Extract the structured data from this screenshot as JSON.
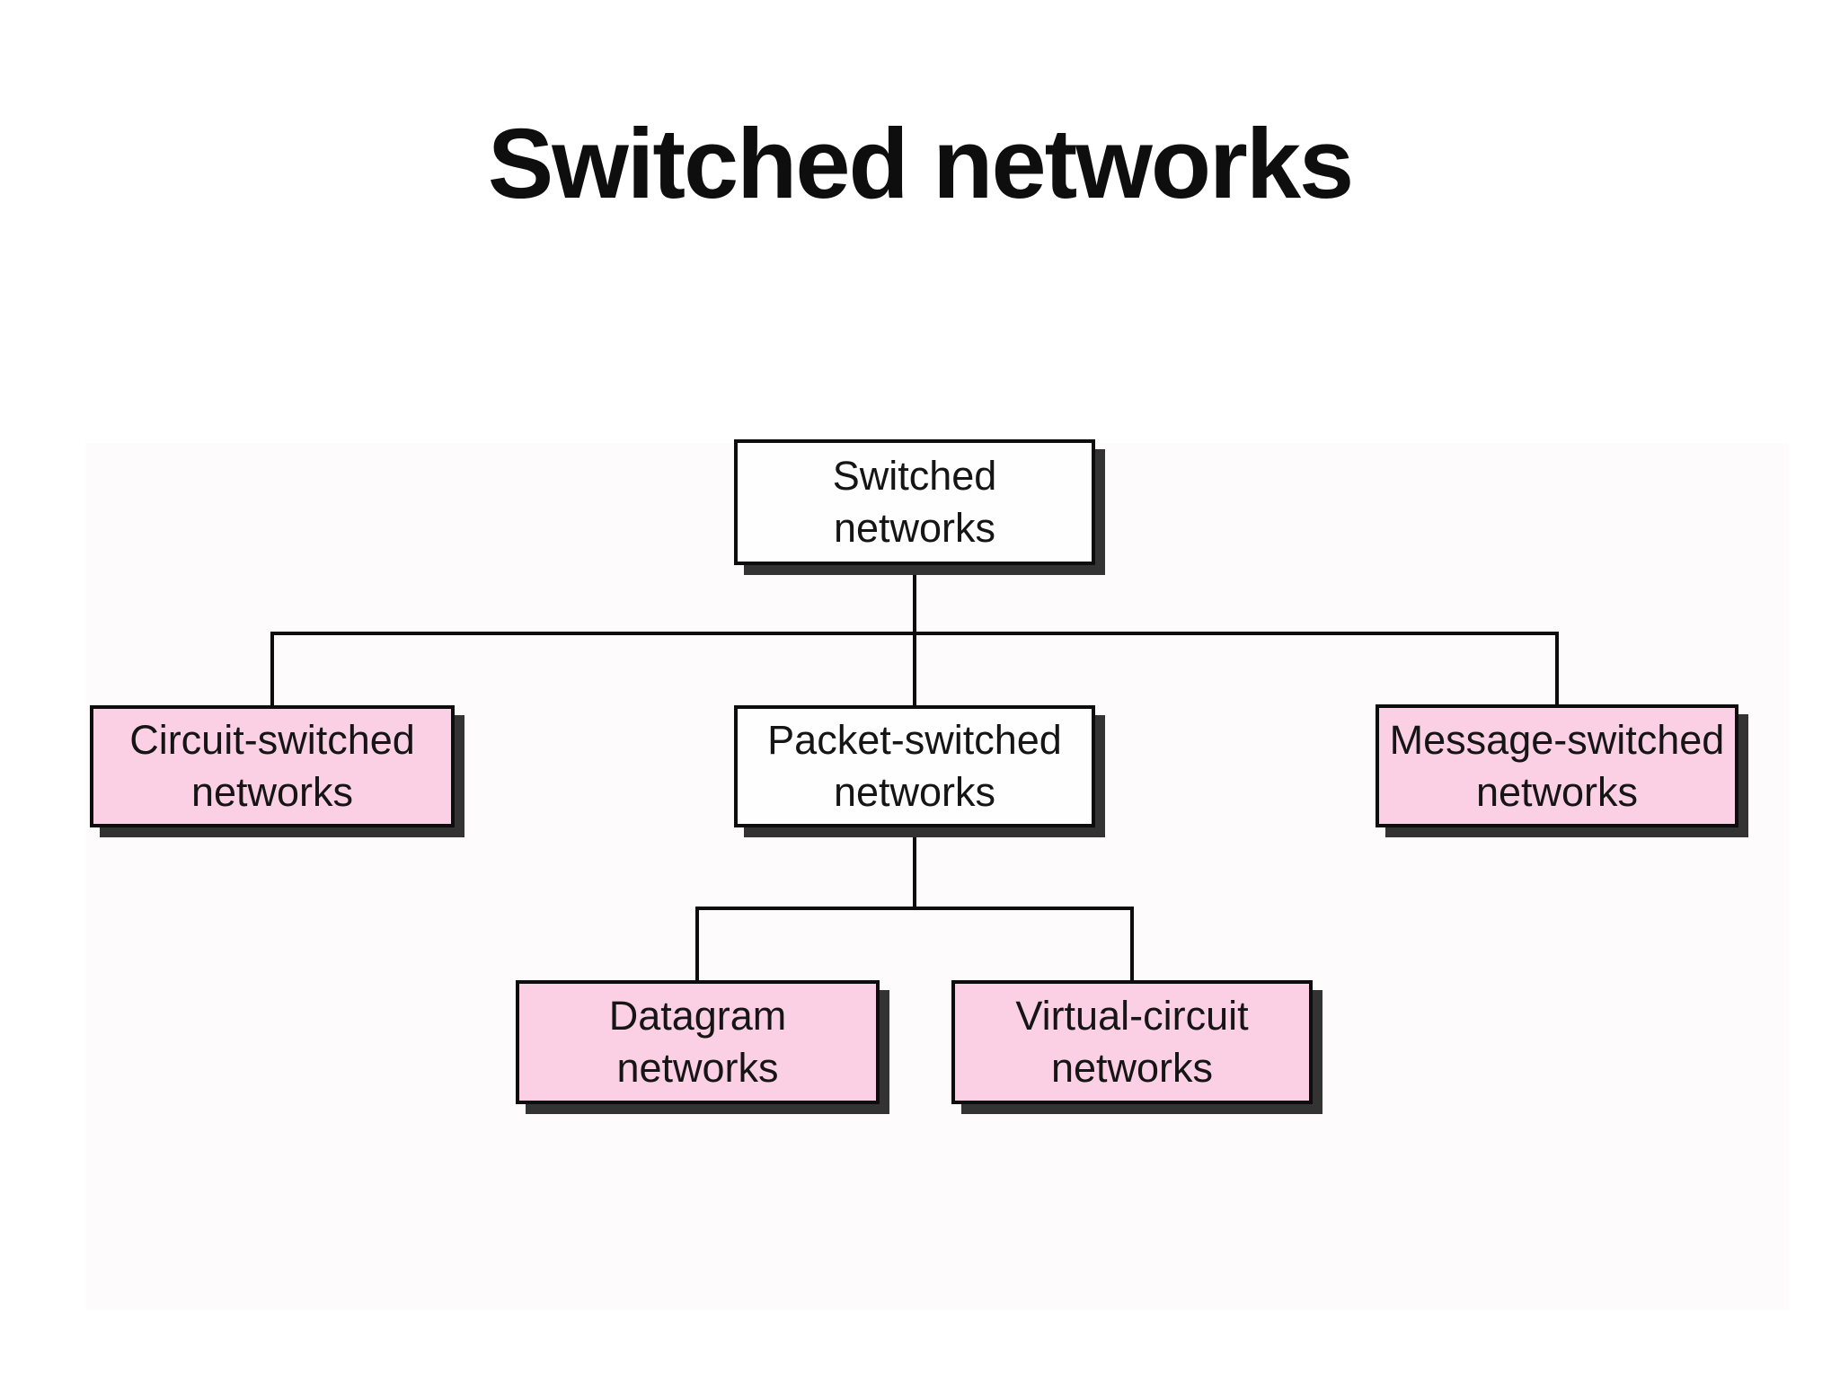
{
  "title": "Switched networks",
  "colors": {
    "pink_box_fill": "#fbcfe4",
    "white_box_fill": "#fefefe",
    "box_border": "#0d0d0d",
    "box_shadow": "#333333",
    "connector_line": "#0d0d0d",
    "title_text": "#0e0e0e",
    "node_text": "#151515",
    "figure_background": "#fdfbfc"
  },
  "nodes": {
    "root": {
      "lines": [
        "Switched",
        "networks"
      ],
      "fill": "white"
    },
    "circuit": {
      "lines": [
        "Circuit-switched",
        "networks"
      ],
      "fill": "pink"
    },
    "packet": {
      "lines": [
        "Packet-switched",
        "networks"
      ],
      "fill": "white"
    },
    "message": {
      "lines": [
        "Message-switched",
        "networks"
      ],
      "fill": "pink"
    },
    "datagram": {
      "lines": [
        "Datagram",
        "networks"
      ],
      "fill": "pink"
    },
    "virtual": {
      "lines": [
        "Virtual-circuit",
        "networks"
      ],
      "fill": "pink"
    }
  },
  "hierarchy": {
    "root": "Switched networks",
    "children_of_root": [
      "Circuit-switched networks",
      "Packet-switched networks",
      "Message-switched networks"
    ],
    "children_of_packet_switched": [
      "Datagram networks",
      "Virtual-circuit networks"
    ]
  }
}
